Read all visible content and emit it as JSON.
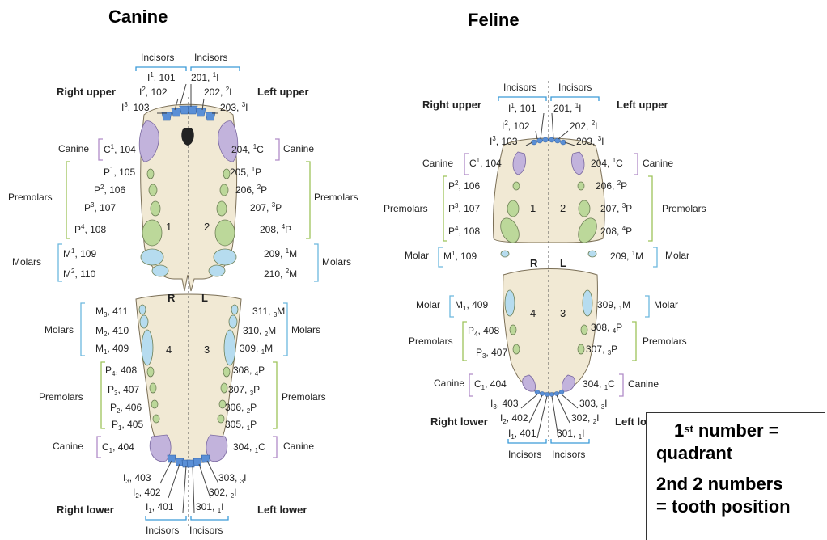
{
  "titles": {
    "canine": "Canine",
    "feline": "Feline"
  },
  "legend": {
    "line1_sup": "st",
    "line1_num": "1",
    "line1_rest": " number =",
    "line2": "quadrant",
    "line3": "2nd 2 numbers",
    "line4": "= tooth position"
  },
  "canine": {
    "incisors_label": "Incisors",
    "right_upper": "Right upper",
    "left_upper": "Left upper",
    "right_lower": "Right lower",
    "left_lower": "Left lower",
    "R": "R",
    "L": "L",
    "quadrants": [
      "1",
      "2",
      "4",
      "3"
    ],
    "groups": [
      "Canine",
      "Premolars",
      "Molars",
      "Canine",
      "Premolars",
      "Molars",
      "Molars",
      "Molars",
      "Premolars",
      "Premolars",
      "Canine",
      "Canine"
    ],
    "teeth": [
      [
        "I",
        "1",
        "",
        ", 101"
      ],
      [
        "I",
        "2",
        "",
        ", 102"
      ],
      [
        "I",
        "3",
        "",
        ", 103"
      ],
      [
        "201, ",
        "1",
        "I",
        ""
      ],
      [
        "202, ",
        "2",
        "I",
        ""
      ],
      [
        "203, ",
        "3",
        "I",
        ""
      ],
      [
        "C",
        "1",
        "",
        ", 104"
      ],
      [
        "P",
        "1",
        "",
        ", 105"
      ],
      [
        "P",
        "2",
        "",
        ", 106"
      ],
      [
        "P",
        "3",
        "",
        ", 107"
      ],
      [
        "P",
        "4",
        "",
        ", 108"
      ],
      [
        "M",
        "1",
        "",
        ", 109"
      ],
      [
        "M",
        "2",
        "",
        ", 110"
      ],
      [
        "204, ",
        "1",
        "C",
        ""
      ],
      [
        "205, ",
        "1",
        "P",
        ""
      ],
      [
        "206, ",
        "2",
        "P",
        ""
      ],
      [
        "207, ",
        "3",
        "P",
        ""
      ],
      [
        "208, ",
        "4",
        "P",
        ""
      ],
      [
        "209, ",
        "1",
        "M",
        ""
      ],
      [
        "210, ",
        "2",
        "M",
        ""
      ],
      [
        "M",
        "3",
        "",
        ", 411"
      ],
      [
        "M",
        "2",
        "",
        ", 410"
      ],
      [
        "M",
        "1",
        "",
        ", 409"
      ],
      [
        "P",
        "4",
        "",
        ", 408"
      ],
      [
        "P",
        "3",
        "",
        ", 407"
      ],
      [
        "P",
        "2",
        "",
        ", 406"
      ],
      [
        "P",
        "1",
        "",
        ", 405"
      ],
      [
        "C",
        "1",
        "",
        ", 404"
      ],
      [
        "I",
        "3",
        "",
        ", 403"
      ],
      [
        "I",
        "2",
        "",
        ", 402"
      ],
      [
        "I",
        "1",
        "",
        ", 401"
      ],
      [
        "311, ",
        "3",
        "M",
        ""
      ],
      [
        "310, ",
        "2",
        "M",
        ""
      ],
      [
        "309, ",
        "1",
        "M",
        ""
      ],
      [
        "308, ",
        "4",
        "P",
        ""
      ],
      [
        "307, ",
        "3",
        "P",
        ""
      ],
      [
        "306, ",
        "2",
        "P",
        ""
      ],
      [
        "305, ",
        "1",
        "P",
        ""
      ],
      [
        "304, ",
        "1",
        "C",
        ""
      ],
      [
        "303, ",
        "3",
        "I",
        ""
      ],
      [
        "302, ",
        "2",
        "I",
        ""
      ],
      [
        "301, ",
        "1",
        "I",
        ""
      ]
    ]
  },
  "feline": {
    "incisors_label": "Incisors",
    "right_upper": "Right upper",
    "left_upper": "Left upper",
    "right_lower": "Right lower",
    "left_lower": "Left lower",
    "R": "R",
    "L": "L",
    "quadrants": [
      "1",
      "2",
      "4",
      "3"
    ],
    "groups": [
      "Canine",
      "Premolars",
      "Molar",
      "Canine",
      "Premolars",
      "Molar",
      "Molar",
      "Premolars",
      "Canine",
      "Molar",
      "Premolars",
      "Canine"
    ],
    "teeth": [
      [
        "I",
        "1",
        "",
        ", 101"
      ],
      [
        "I",
        "2",
        "",
        ", 102"
      ],
      [
        "I",
        "3",
        "",
        ", 103"
      ],
      [
        "201, ",
        "1",
        "I",
        ""
      ],
      [
        "202, ",
        "2",
        "I",
        ""
      ],
      [
        "203, ",
        "3",
        "I",
        ""
      ],
      [
        "C",
        "1",
        "",
        ", 104"
      ],
      [
        "P",
        "2",
        "",
        ", 106"
      ],
      [
        "P",
        "3",
        "",
        ", 107"
      ],
      [
        "P",
        "4",
        "",
        ", 108"
      ],
      [
        "M",
        "1",
        "",
        ", 109"
      ],
      [
        "204, ",
        "1",
        "C",
        ""
      ],
      [
        "206, ",
        "2",
        "P",
        ""
      ],
      [
        "207, ",
        "3",
        "P",
        ""
      ],
      [
        "208, ",
        "4",
        "P",
        ""
      ],
      [
        "209, ",
        "1",
        "M",
        ""
      ],
      [
        "M",
        "1",
        "",
        ", 409"
      ],
      [
        "P",
        "4",
        "",
        ", 408"
      ],
      [
        "P",
        "3",
        "",
        ", 407"
      ],
      [
        "C",
        "1",
        "",
        ", 404"
      ],
      [
        "I",
        "3",
        "",
        ", 403"
      ],
      [
        "I",
        "2",
        "",
        ", 402"
      ],
      [
        "I",
        "1",
        "",
        ", 401"
      ],
      [
        "309, ",
        "1",
        "M",
        ""
      ],
      [
        "308, ",
        "4",
        "P",
        ""
      ],
      [
        "307, ",
        "3",
        "P",
        ""
      ],
      [
        "304, ",
        "1",
        "C",
        ""
      ],
      [
        "303, ",
        "3",
        "I",
        ""
      ],
      [
        "302, ",
        "2",
        "I",
        ""
      ],
      [
        "301, ",
        "1",
        "I",
        ""
      ]
    ]
  },
  "colors": {
    "jaw": "#f1e9d4",
    "jaw_edge": "#7a6e55",
    "incisor": "#5a8fd6",
    "canine_tooth": "#c2b3dc",
    "premolar": "#bcd89a",
    "molar": "#b6dcef",
    "premolar_bracket": "#9dc35b",
    "molar_bracket": "#6cb8de",
    "canine_bracket": "#b08cc8",
    "incisor_bracket": "#3a9ad8"
  }
}
